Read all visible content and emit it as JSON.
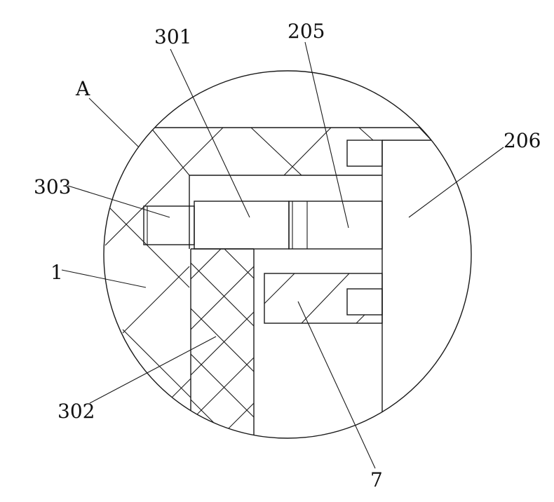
{
  "figure": {
    "labels": {
      "a": "A",
      "p301": "301",
      "p205": "205",
      "p206": "206",
      "p303": "303",
      "p1": "1",
      "p302": "302",
      "p7": "7"
    }
  }
}
